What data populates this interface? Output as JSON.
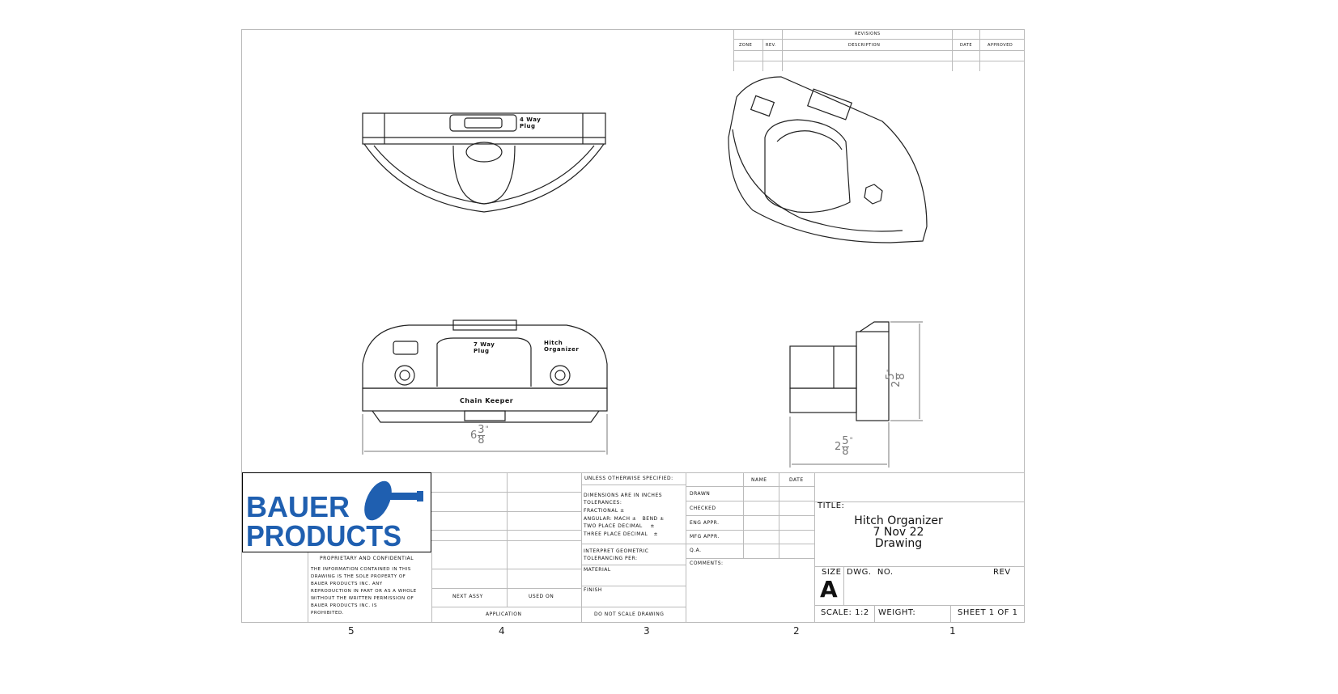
{
  "revisions": {
    "title": "REVISIONS",
    "zone": "ZONE",
    "rev": "REV.",
    "description": "DESCRIPTION",
    "date": "DATE",
    "approved": "APPROVED"
  },
  "views": {
    "front_labels": {
      "plug": "7 Way Plug",
      "organizer": "Hitch Organizer",
      "chain": "Chain Keeper"
    },
    "top_labels": {
      "plug": "4 Way Plug"
    },
    "dim_width": {
      "whole": "6",
      "num": "3",
      "den": "8",
      "unit": "\""
    },
    "dim_depth": {
      "whole": "2",
      "num": "5",
      "den": "8",
      "unit": "\""
    },
    "dim_height": {
      "whole": "2",
      "num": "5",
      "den": "8",
      "unit": "\""
    }
  },
  "logo": {
    "text1": "BAUER",
    "text2": "PRODUCTS",
    "color": "#1f5fb0"
  },
  "proprietary": {
    "heading": "PROPRIETARY AND CONFIDENTIAL",
    "body": [
      "THE INFORMATION CONTAINED IN THIS",
      "DRAWING IS THE SOLE PROPERTY OF",
      "BAUER PRODUCTS INC. ANY",
      "REPRODUCTION IN PART OR AS A WHOLE",
      "WITHOUT THE WRITTEN PERMISSION OF",
      "BAUER PRODUCTS INC. IS",
      "PROHIBITED."
    ]
  },
  "assy": {
    "next_assy": "NEXT ASSY",
    "used_on": "USED ON",
    "application": "APPLICATION"
  },
  "tolerances": {
    "header": "UNLESS OTHERWISE SPECIFIED:",
    "lines": [
      "DIMENSIONS ARE IN INCHES",
      "TOLERANCES:",
      "FRACTIONAL ±",
      "ANGULAR: MACH ±   BEND ±",
      "TWO PLACE DECIMAL    ±",
      "THREE PLACE DECIMAL   ±"
    ],
    "interpret": [
      "INTERPRET GEOMETRIC",
      "TOLERANCING PER:"
    ],
    "material": "MATERIAL",
    "finish": "FINISH",
    "do_not_scale": "DO NOT SCALE DRAWING"
  },
  "signoff": {
    "name": "NAME",
    "date": "DATE",
    "rows": [
      "DRAWN",
      "CHECKED",
      "ENG APPR.",
      "MFG APPR.",
      "Q.A."
    ],
    "comments": "COMMENTS:"
  },
  "title_block": {
    "title_label": "TITLE:",
    "title_lines": [
      "Hitch Organizer",
      "7 Nov 22",
      "Drawing"
    ],
    "size_label": "SIZE",
    "size": "A",
    "dwg_no_label": "DWG.  NO.",
    "rev_label": "REV",
    "scale": "SCALE: 1:2",
    "weight": "WEIGHT:",
    "sheet": "SHEET 1 OF 1"
  },
  "zones": [
    "5",
    "4",
    "3",
    "2",
    "1"
  ]
}
